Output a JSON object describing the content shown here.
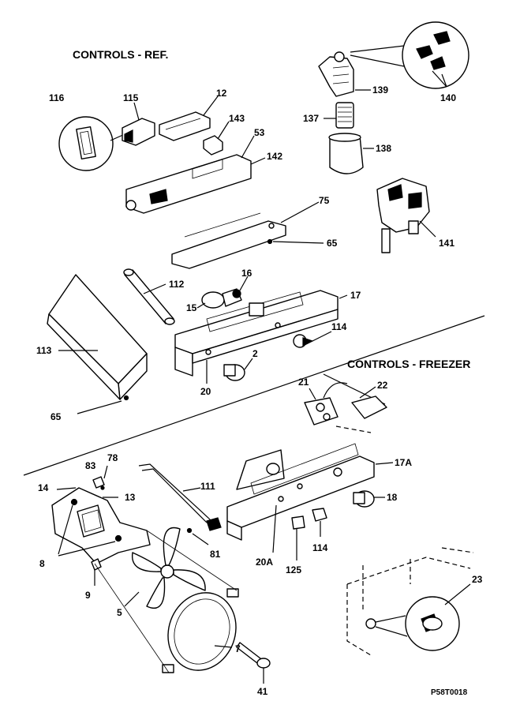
{
  "titles": {
    "ref": "CONTROLS - REF.",
    "freezer": "CONTROLS - FREEZER"
  },
  "part_numbers": {
    "p116": "116",
    "p115": "115",
    "p12": "12",
    "p143": "143",
    "p53": "53",
    "p142": "142",
    "p75": "75",
    "p65a": "65",
    "p139": "139",
    "p137": "137",
    "p138": "138",
    "p140": "140",
    "p141": "141",
    "p16": "16",
    "p112": "112",
    "p15": "15",
    "p17": "17",
    "p114a": "114",
    "p113": "113",
    "p2": "2",
    "p20": "20",
    "p65b": "65",
    "p21": "21",
    "p22": "22",
    "p17a": "17A",
    "p18": "18",
    "p83": "83",
    "p78": "78",
    "p14": "14",
    "p13": "13",
    "p111": "111",
    "p81": "81",
    "p8": "8",
    "p9": "9",
    "p5": "5",
    "p20a": "20A",
    "p125": "125",
    "p114b": "114",
    "p7": "7",
    "p41": "41",
    "p23": "23"
  },
  "figure_code": "P58T0018"
}
